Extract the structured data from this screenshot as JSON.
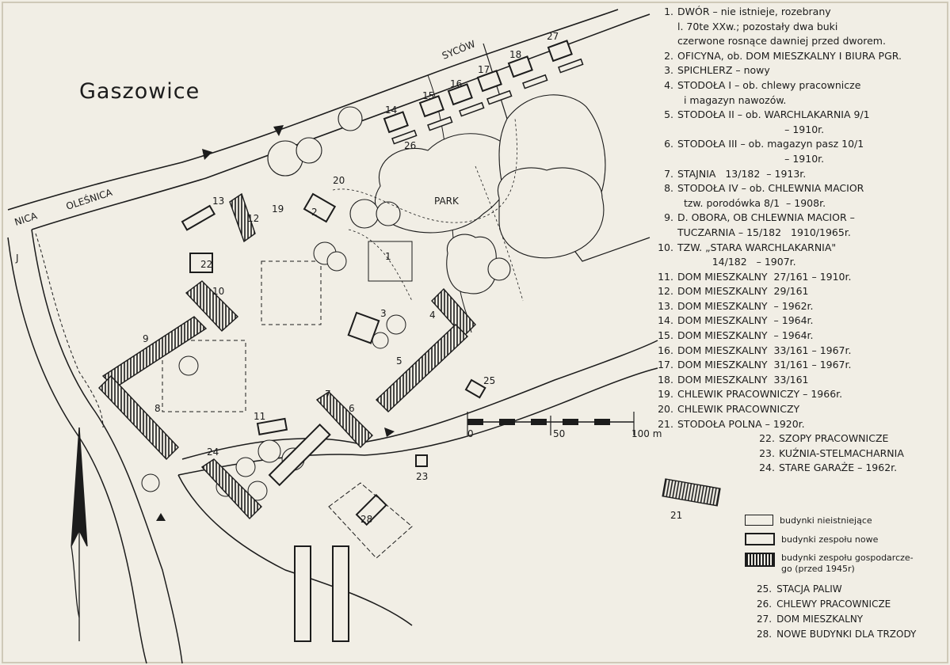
{
  "title": "Gaszowice",
  "roads": {
    "sycow": "SYCÓW",
    "olesnica": "OLEŚNICA",
    "olesnica_fragment": "NICA",
    "park": "PARK"
  },
  "scale": {
    "zero": "0",
    "fifty": "50",
    "hundred": "100 m"
  },
  "legend": [
    {
      "num": "1.",
      "text": "DWÓR – nie istnieje, rozebrany\nl. 70te XXw.; pozostały dwa buki\nczerwone rosnące dawniej przed dworem."
    },
    {
      "num": "2.",
      "text": "OFICYNA, ob. DOM MIESZKALNY I BIURA PGR."
    },
    {
      "num": "3.",
      "text": "SPICHLERZ – nowy"
    },
    {
      "num": "4.",
      "text": "STODOŁA I – ob. chlewy pracownicze\n  i magazyn nawozów."
    },
    {
      "num": "5.",
      "text": "STODOŁA II – ob. WARCHLAKARNIA 9/1\n                                  – 1910r."
    },
    {
      "num": "6.",
      "text": "STODOŁA III – ob. magazyn pasz 10/1\n                                  – 1910r."
    },
    {
      "num": "7.",
      "text": "STAJNIA   13/182  – 1913r."
    },
    {
      "num": "8.",
      "text": "STODOŁA IV – ob. CHLEWNIA MACIOR\n  tzw. porodówka 8/1  – 1908r."
    },
    {
      "num": "9.",
      "text": "D. OBORA, OB CHLEWNIA MACIOR –\nTUCZARNIA – 15/182   1910/1965r."
    },
    {
      "num": "10.",
      "text": "TZW. „STARA WARCHLAKARNIA\"\n           14/182   – 1907r."
    },
    {
      "num": "11.",
      "text": "DOM MIESZKALNY  27/161 – 1910r."
    },
    {
      "num": "12.",
      "text": "DOM MIESZKALNY  29/161"
    },
    {
      "num": "13.",
      "text": "DOM MIESZKALNY  – 1962r."
    },
    {
      "num": "14.",
      "text": "DOM MIESZKALNY  – 1964r."
    },
    {
      "num": "15.",
      "text": "DOM MIESZKALNY  – 1964r."
    },
    {
      "num": "16.",
      "text": "DOM MIESZKALNY  33/161 – 1967r."
    },
    {
      "num": "17.",
      "text": "DOM MIESZKALNY  31/161 – 1967r."
    },
    {
      "num": "18.",
      "text": "DOM MIESZKALNY  33/161"
    },
    {
      "num": "19.",
      "text": "CHLEWIK PRACOWNICZY – 1966r."
    },
    {
      "num": "20.",
      "text": "CHLEWIK PRACOWNICZY"
    },
    {
      "num": "21.",
      "text": "STODOŁA POLNA – 1920r."
    }
  ],
  "legend_indented": [
    {
      "num": "22.",
      "text": "SZOPY PRACOWNICZE"
    },
    {
      "num": "23.",
      "text": "KUŹNIA-STELMACHARNIA"
    },
    {
      "num": "24.",
      "text": "STARE GARAŻE – 1962r."
    }
  ],
  "key": {
    "nonexistent": "budynki nieistniejące",
    "new": "budynki zespołu nowe",
    "old_1": "budynki zespołu gospodarcze-",
    "old_2": "go (przed 1945r)"
  },
  "legend_extra": [
    {
      "num": "25.",
      "text": "STACJA PALIW"
    },
    {
      "num": "26.",
      "text": "CHLEWY PRACOWNICZE"
    },
    {
      "num": "27.",
      "text": "DOM MIESZKALNY"
    },
    {
      "num": "28.",
      "text": "NOWE BUDYNKI DLA TRZODY"
    }
  ],
  "map_labels": {
    "n1": "1",
    "n2": "2",
    "n3": "3",
    "n4": "4",
    "n5": "5",
    "n6": "6",
    "n7": "7",
    "n8": "8",
    "n9": "9",
    "n10": "10",
    "n11": "11",
    "n12": "12",
    "n13": "13",
    "n14": "14",
    "n15": "15",
    "n16": "16",
    "n17": "17",
    "n18": "18",
    "n19": "19",
    "n20": "20",
    "n21": "21",
    "n22": "22",
    "n23": "23",
    "n24": "24",
    "n25": "25",
    "n26": "26",
    "n27": "27",
    "n28": "28",
    "edge_j": "J"
  }
}
